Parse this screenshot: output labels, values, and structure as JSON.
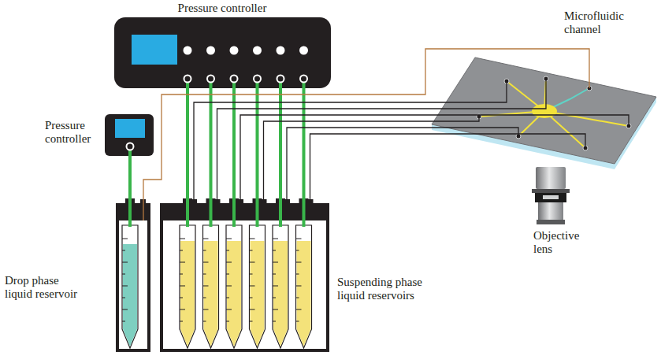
{
  "diagram": {
    "nodes": [
      {
        "text": [
          "Pressure controller"
        ]
      },
      {
        "text": [
          "Pressure controller"
        ]
      },
      {
        "text": [
          "Drop phase liquid reservoir"
        ]
      },
      {
        "text": [
          "Suspending phase liquid reservoirs"
        ]
      },
      {
        "text": [
          "Microfluidic channel"
        ]
      },
      {
        "text": [
          "Objective lens"
        ]
      }
    ],
    "edges": [
      {
        "from": 0,
        "to": 3,
        "arrow": "none"
      },
      {
        "from": 0,
        "to": 3,
        "arrow": "none"
      },
      {
        "from": 0,
        "to": 3,
        "arrow": "none"
      },
      {
        "from": 0,
        "to": 3,
        "arrow": "none"
      },
      {
        "from": 0,
        "to": 3,
        "arrow": "none"
      },
      {
        "from": 0,
        "to": 3,
        "arrow": "none"
      },
      {
        "from": 1,
        "to": 2,
        "arrow": "none"
      },
      {
        "from": 2,
        "to": 4,
        "arrow": "none"
      },
      {
        "from": 3,
        "to": 4,
        "arrow": "none"
      },
      {
        "from": 3,
        "to": 4,
        "arrow": "none"
      },
      {
        "from": 3,
        "to": 4,
        "arrow": "none"
      },
      {
        "from": 3,
        "to": 4,
        "arrow": "none"
      },
      {
        "from": 3,
        "to": 4,
        "arrow": "none"
      },
      {
        "from": 3,
        "to": 4,
        "arrow": "none"
      }
    ]
  }
}
